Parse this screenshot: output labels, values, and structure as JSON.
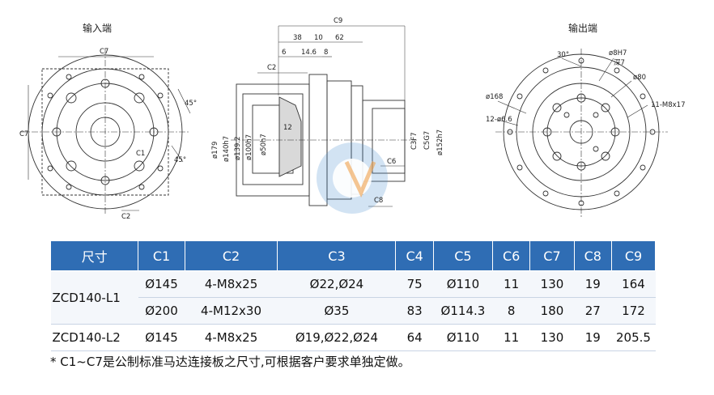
{
  "views": {
    "input_label": "输入端",
    "output_label": "输出端"
  },
  "dims": {
    "left": {
      "c7_top": "C7",
      "c7_side": "C7",
      "c1": "C1",
      "c2": "C2",
      "a45_a": "45°",
      "a45_b": "45°"
    },
    "middle": {
      "c9": "C9",
      "d38": "38",
      "d10": "10",
      "d62": "62",
      "d6": "6",
      "d14_6": "14.6",
      "d8": "8",
      "c2": "C2",
      "m12": "12",
      "c6": "C6",
      "c8": "C8",
      "v179": "ø179",
      "v140": "ø140h7",
      "v139": "ø139.2",
      "v100": "ø100h7",
      "v50": "ø50h7",
      "c3": "C3F7",
      "c5": "C5G7",
      "v152": "ø152h7"
    },
    "right": {
      "a30": "30°",
      "d8h7": "ø8H7",
      "depth": "深7",
      "d80": "ø80",
      "d168": "ø168",
      "holes": "12-ø6.6",
      "m8": "11-M8x17"
    }
  },
  "table": {
    "headers": [
      "尺寸",
      "C1",
      "C2",
      "C3",
      "C4",
      "C5",
      "C6",
      "C7",
      "C8",
      "C9"
    ],
    "models": [
      "ZCD140-L1",
      "ZCD140-L2"
    ],
    "rows": [
      [
        "Ø145",
        "4-M8x25",
        "Ø22,Ø24",
        "75",
        "Ø110",
        "11",
        "130",
        "19",
        "164"
      ],
      [
        "Ø200",
        "4-M12x30",
        "Ø35",
        "83",
        "Ø114.3",
        "8",
        "180",
        "27",
        "172"
      ],
      [
        "Ø145",
        "4-M8x25",
        "Ø19,Ø22,Ø24",
        "64",
        "Ø110",
        "11",
        "130",
        "19",
        "205.5"
      ]
    ]
  },
  "note": "* C1~C7是公制标准马达连接板之尺寸,可根据客户要求单独定做。",
  "colors": {
    "header_bg": "#2f6db4",
    "header_text": "#ffffff"
  }
}
